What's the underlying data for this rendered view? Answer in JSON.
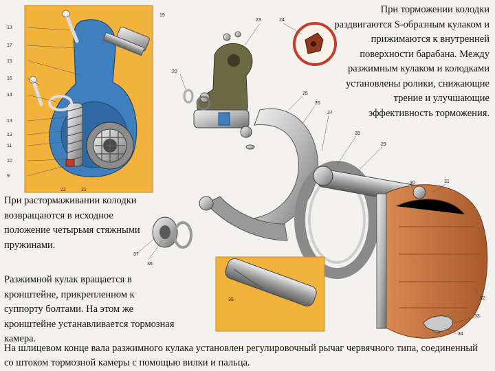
{
  "texts": {
    "braking": "При торможении колодки раздвигаются S-образным кулаком и прижимаются к внутренней поверхности барабана. Между разжимным кулаком и колодками установлены ролики, снижающие трение и улучшающие эффективность торможения.",
    "release": "При растормаживании колодки возвращаются в исходное положение четырьмя стяжными пружинами.",
    "cam": "Разжимной кулак вращается в кронштейне, прикрепленном к суппорту болтами. На этом же кронштейне устанавливается тормозная камера.",
    "lever": "На шлицевом конце вала разжимного кулака установлен регулировочный рычаг червячного типа, соединенный со штоком тормозной камеры с помощью вилки и пальца."
  },
  "callouts": [
    "13",
    "17",
    "15",
    "16",
    "14",
    "13",
    "12",
    "11",
    "10",
    "9",
    "22",
    "21",
    "19",
    "20",
    "23",
    "24",
    "25",
    "26",
    "27",
    "28",
    "29",
    "30",
    "31",
    "32",
    "33",
    "34",
    "35",
    "36",
    "37"
  ],
  "colors": {
    "panel": "#f1b33c",
    "housing": "#3f7fbd",
    "metal": "#c8c8c8",
    "shoe_lining": "#c97a43",
    "accent_red": "#c63b2b",
    "cam_bracket": "#6a6a45",
    "text": "#111111"
  }
}
